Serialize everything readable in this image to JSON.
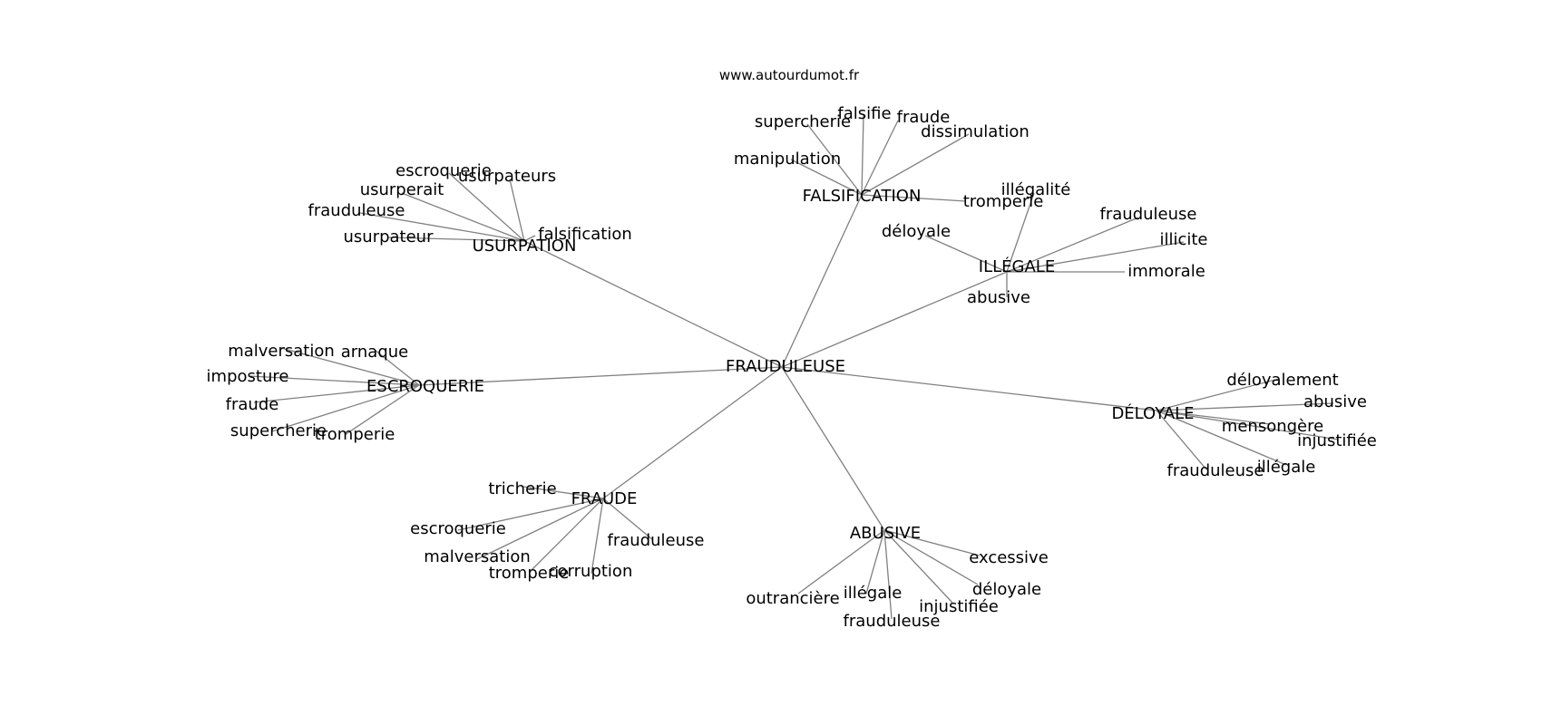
{
  "source": "www.autourdumot.fr",
  "diagram": {
    "root": "FRAUDULEUSE",
    "groups": [
      {
        "id": "falsification",
        "label": "FALSIFICATION",
        "words": [
          "supercherie",
          "falsifie",
          "fraude",
          "dissimulation",
          "manipulation",
          "tromperie"
        ]
      },
      {
        "id": "usurpation",
        "label": "USURPATION",
        "words": [
          "escroquerie",
          "usurpateurs",
          "usurperait",
          "frauduleuse",
          "usurpateur",
          "falsification"
        ]
      },
      {
        "id": "illegale",
        "label": "ILLÉGALE",
        "words": [
          "illégalité",
          "frauduleuse",
          "déloyale",
          "illicite",
          "immorale",
          "abusive"
        ]
      },
      {
        "id": "escroquerie",
        "label": "ESCROQUERIE",
        "words": [
          "malversation",
          "arnaque",
          "imposture",
          "fraude",
          "supercherie",
          "tromperie"
        ]
      },
      {
        "id": "deloyale",
        "label": "DÉLOYALE",
        "words": [
          "déloyalement",
          "abusive",
          "mensongère",
          "injustifiée",
          "illégale",
          "frauduleuse"
        ]
      },
      {
        "id": "fraude",
        "label": "FRAUDE",
        "words": [
          "tricherie",
          "escroquerie",
          "frauduleuse",
          "malversation",
          "tromperie",
          "corruption"
        ]
      },
      {
        "id": "abusive",
        "label": "ABUSIVE",
        "words": [
          "excessive",
          "déloyale",
          "injustifiée",
          "frauduleuse",
          "illégale",
          "outrancière"
        ]
      }
    ]
  },
  "colors": {
    "edge": "#808080",
    "text": "#000000",
    "background": "#ffffff"
  }
}
